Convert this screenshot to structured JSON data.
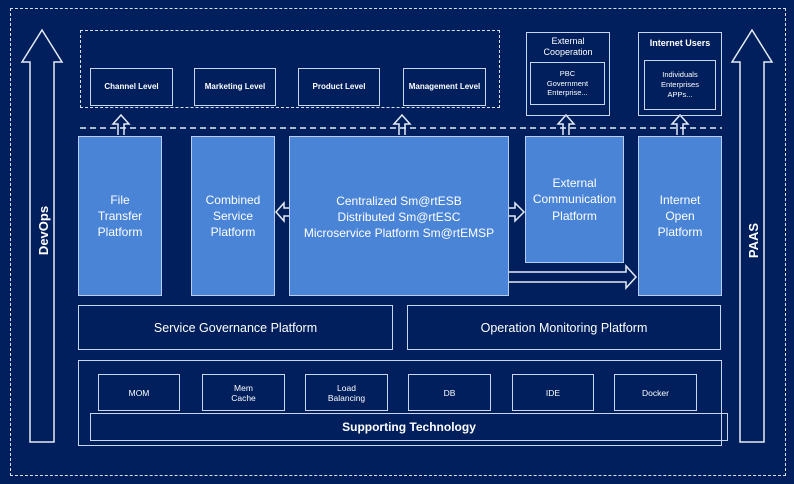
{
  "colors": {
    "background": "#001f5c",
    "platform_fill": "#4a84d6",
    "line": "#c8d6ee"
  },
  "sides": {
    "left": "DevOps",
    "right": "PAAS"
  },
  "levels": [
    "Channel Level",
    "Marketing Level",
    "Product Level",
    "Management Level"
  ],
  "external_cooperation": {
    "title": "External Cooperation",
    "content": "PBC Government Enterprise..."
  },
  "internet_users": {
    "title": "Internet Users",
    "content": "Individuals Enterprises APPs..."
  },
  "platforms": {
    "file_transfer": "File Transfer Platform",
    "combined_service": "Combined Service Platform",
    "central": [
      "Centralized Sm@rtESB",
      "Distributed Sm@rtESC",
      "Microservice Platform Sm@rtEMSP"
    ],
    "external_communication": "External Communication Platform",
    "internet_open": "Internet Open Platform"
  },
  "governance": "Service Governance Platform",
  "monitoring": "Operation Monitoring Platform",
  "supporting": {
    "title": "Supporting Technology",
    "items": [
      "MOM",
      "Mem Cache",
      "Load Balancing",
      "DB",
      "IDE",
      "Docker"
    ]
  }
}
